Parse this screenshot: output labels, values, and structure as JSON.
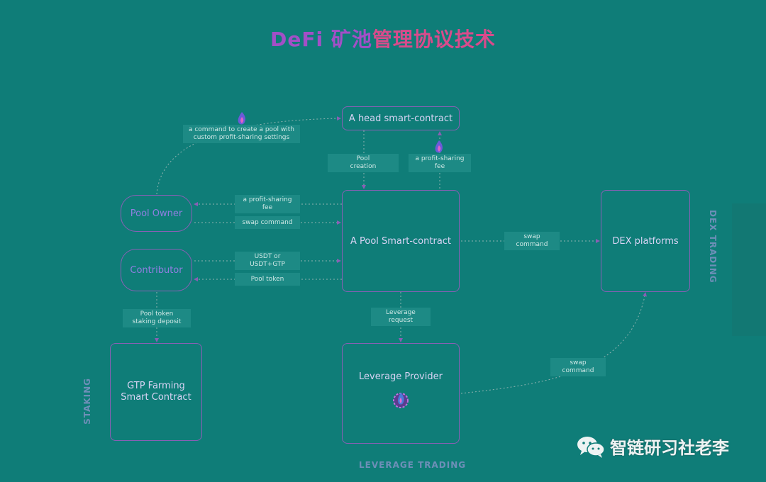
{
  "title_part1": "DeFi 矿池",
  "title_part2": "管理协议技术",
  "nodes": {
    "head": "A head smart-contract",
    "pool_contract": "A Pool Smart-contract",
    "dex": "DEX platforms",
    "pool_owner": "Pool Owner",
    "contributor": "Contributor",
    "gtp": "GTP Farming\nSmart Contract",
    "leverage": "Leverage Provider"
  },
  "labels": {
    "create_cmd": "a command  to create a pool with\ncustom profit-sharing settings",
    "pool_creation": "Pool\ncreation",
    "fee_top": "a profit-sharing\nfee",
    "fee_left": "a profit-sharing\nfee",
    "swap_left": "swap command",
    "usdt": "USDT or\nUSDT+GTP",
    "pool_token": "Pool token",
    "staking_deposit": "Pool token\nstaking deposit",
    "leverage_request": "Leverage\nrequest",
    "swap_dex": "swap\ncommand",
    "swap_lev": "swap\ncommand"
  },
  "side_labels": {
    "dex_trading": "DEX TRADING",
    "staking": "STAKING",
    "leverage_trading": "LEVERAGE TRADING"
  },
  "watermark": "智链研习社老李",
  "icons": [
    "flame-icon",
    "gear-flame-icon",
    "wechat-icon"
  ],
  "colors": {
    "background": "#0f7d78",
    "border": "#8a5fb5",
    "title_purple": "#a34fc7",
    "title_pink": "#d94b8c"
  }
}
